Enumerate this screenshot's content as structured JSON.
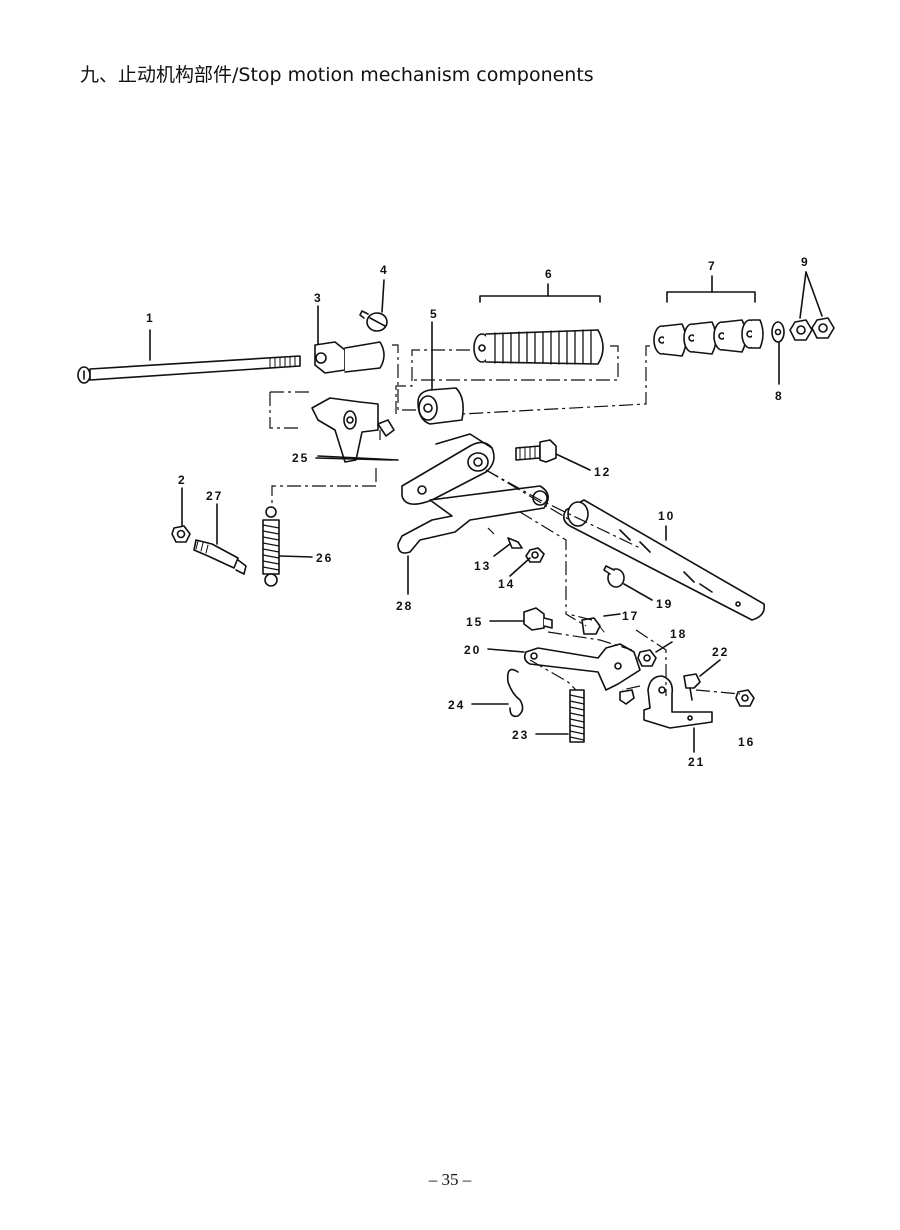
{
  "page": {
    "title": "九、止动机构部件/Stop motion mechanism components",
    "page_number": "– 35 –"
  },
  "labels": {
    "p1": "1",
    "p2": "2",
    "p3": "3",
    "p4": "4",
    "p5": "5",
    "p6": "6",
    "p7": "7",
    "p8": "8",
    "p9": "9",
    "p10": "10",
    "p12": "12",
    "p13": "13",
    "p14": "14",
    "p15": "15",
    "p16": "16",
    "p17": "17",
    "p18": "18",
    "p19": "19",
    "p20": "20",
    "p21": "21",
    "p22": "22",
    "p23": "23",
    "p24": "24",
    "p25": "25",
    "p26": "26",
    "p27": "27",
    "p28": "28"
  }
}
